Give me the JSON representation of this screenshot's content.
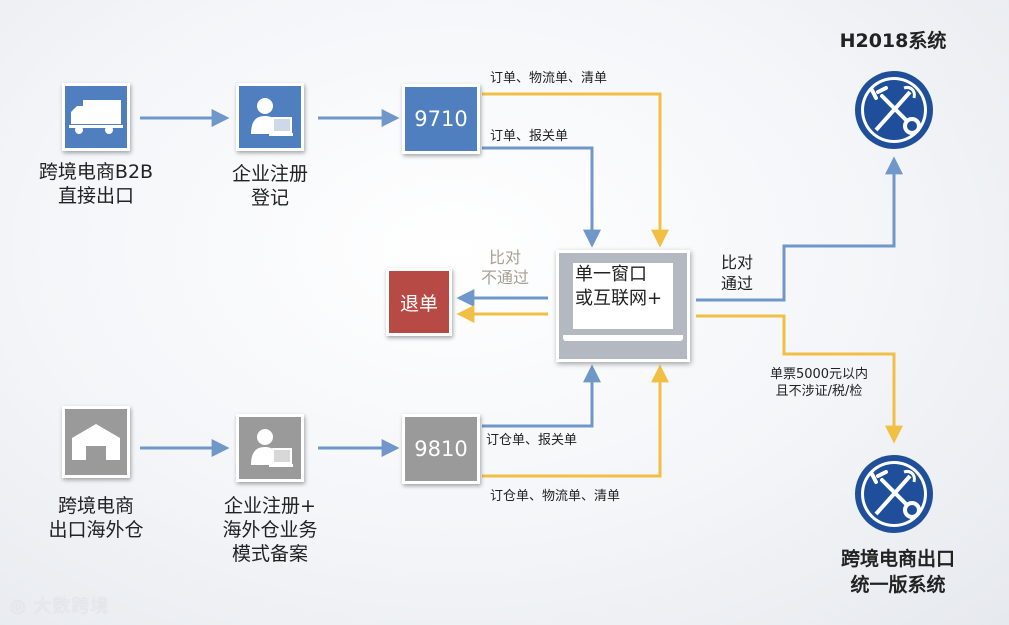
{
  "top_flow": {
    "source_label": "跨境电商B2B\n直接出口",
    "register_label": "企业注册\n登记",
    "code": "9710",
    "edge_to_center_yellow": "订单、物流单、清单",
    "edge_to_center_blue": "订单、报关单"
  },
  "bottom_flow": {
    "source_label": "跨境电商\n出口海外仓",
    "register_label": "企业注册+\n海外仓业务\n模式备案",
    "code": "9810",
    "edge_to_center_blue": "订仓单、报关单",
    "edge_to_center_yellow": "订仓单、物流单、清单"
  },
  "center": {
    "line1": "单一窗口",
    "line2": "或互联网+"
  },
  "reject": {
    "label": "退单",
    "condition": "比对\n不通过"
  },
  "pass_condition": "比对\n通过",
  "small_value_condition": "单票5000元以内\n且不涉证/税/检",
  "systems": {
    "h2018": "H2018系统",
    "unified": "跨境电商出口\n统一版系统"
  },
  "watermark": "大数跨境",
  "colors": {
    "blue_line": "#6f97c9",
    "yellow_line": "#f2bf45",
    "blue_box": "#4f7fbf",
    "gray_box": "#9a9a9a",
    "red_box": "#b84a45",
    "emblem": "#1f4f9a"
  },
  "icons": {
    "b2b_source": "truck-icon",
    "register": "person-computer-icon",
    "warehouse_source": "warehouse-icon",
    "system": "customs-emblem-icon"
  }
}
